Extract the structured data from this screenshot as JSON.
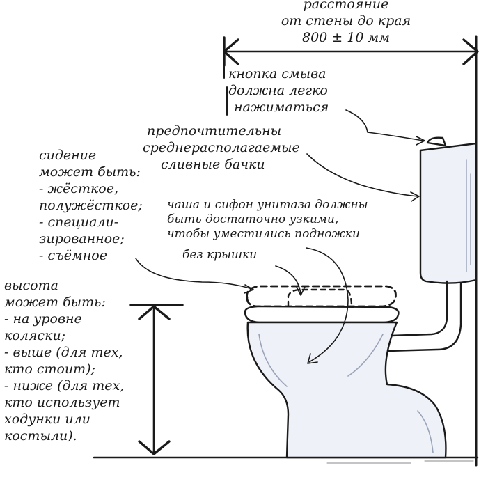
{
  "colors": {
    "ink": "#1a1a1a",
    "bowl_fill": "#eef1f7",
    "bowl_shade": "#9aa4b8",
    "tank_fill": "#eef1f7"
  },
  "distance_label": {
    "line1": "расстояние",
    "line2": "от стены до края",
    "line3": "800 ± 10 мм"
  },
  "flush_button_note": {
    "line1": "кнопка смыва",
    "line2": "должна легко",
    "line3": "нажиматься"
  },
  "tank_note": {
    "line1": "предпочтительны",
    "line2": "среднерасполагаемые",
    "line3": "сливные бачки"
  },
  "seat_note": {
    "line1": "сидение",
    "line2": "может быть:",
    "line3": "- жёсткое,",
    "line4": "полужёсткое;",
    "line5": "- специали-",
    "line6": "зированное;",
    "line7": "- съёмное"
  },
  "bowl_note": {
    "line1": "чаша и сифон унитаза должны",
    "line2": "быть достаточно узкими,",
    "line3": "чтобы уместились подножки"
  },
  "lid_note": {
    "line1": "без крышки"
  },
  "height_note": {
    "line1": "высота",
    "line2": "может быть:",
    "line3": "- на уровне",
    "line4": "коляски;",
    "line5": "- выше (для тех,",
    "line6": "кто стоит);",
    "line7": "- ниже (для тех,",
    "line8": "кто использует",
    "line9": "ходунки или",
    "line10": "костыли)."
  }
}
